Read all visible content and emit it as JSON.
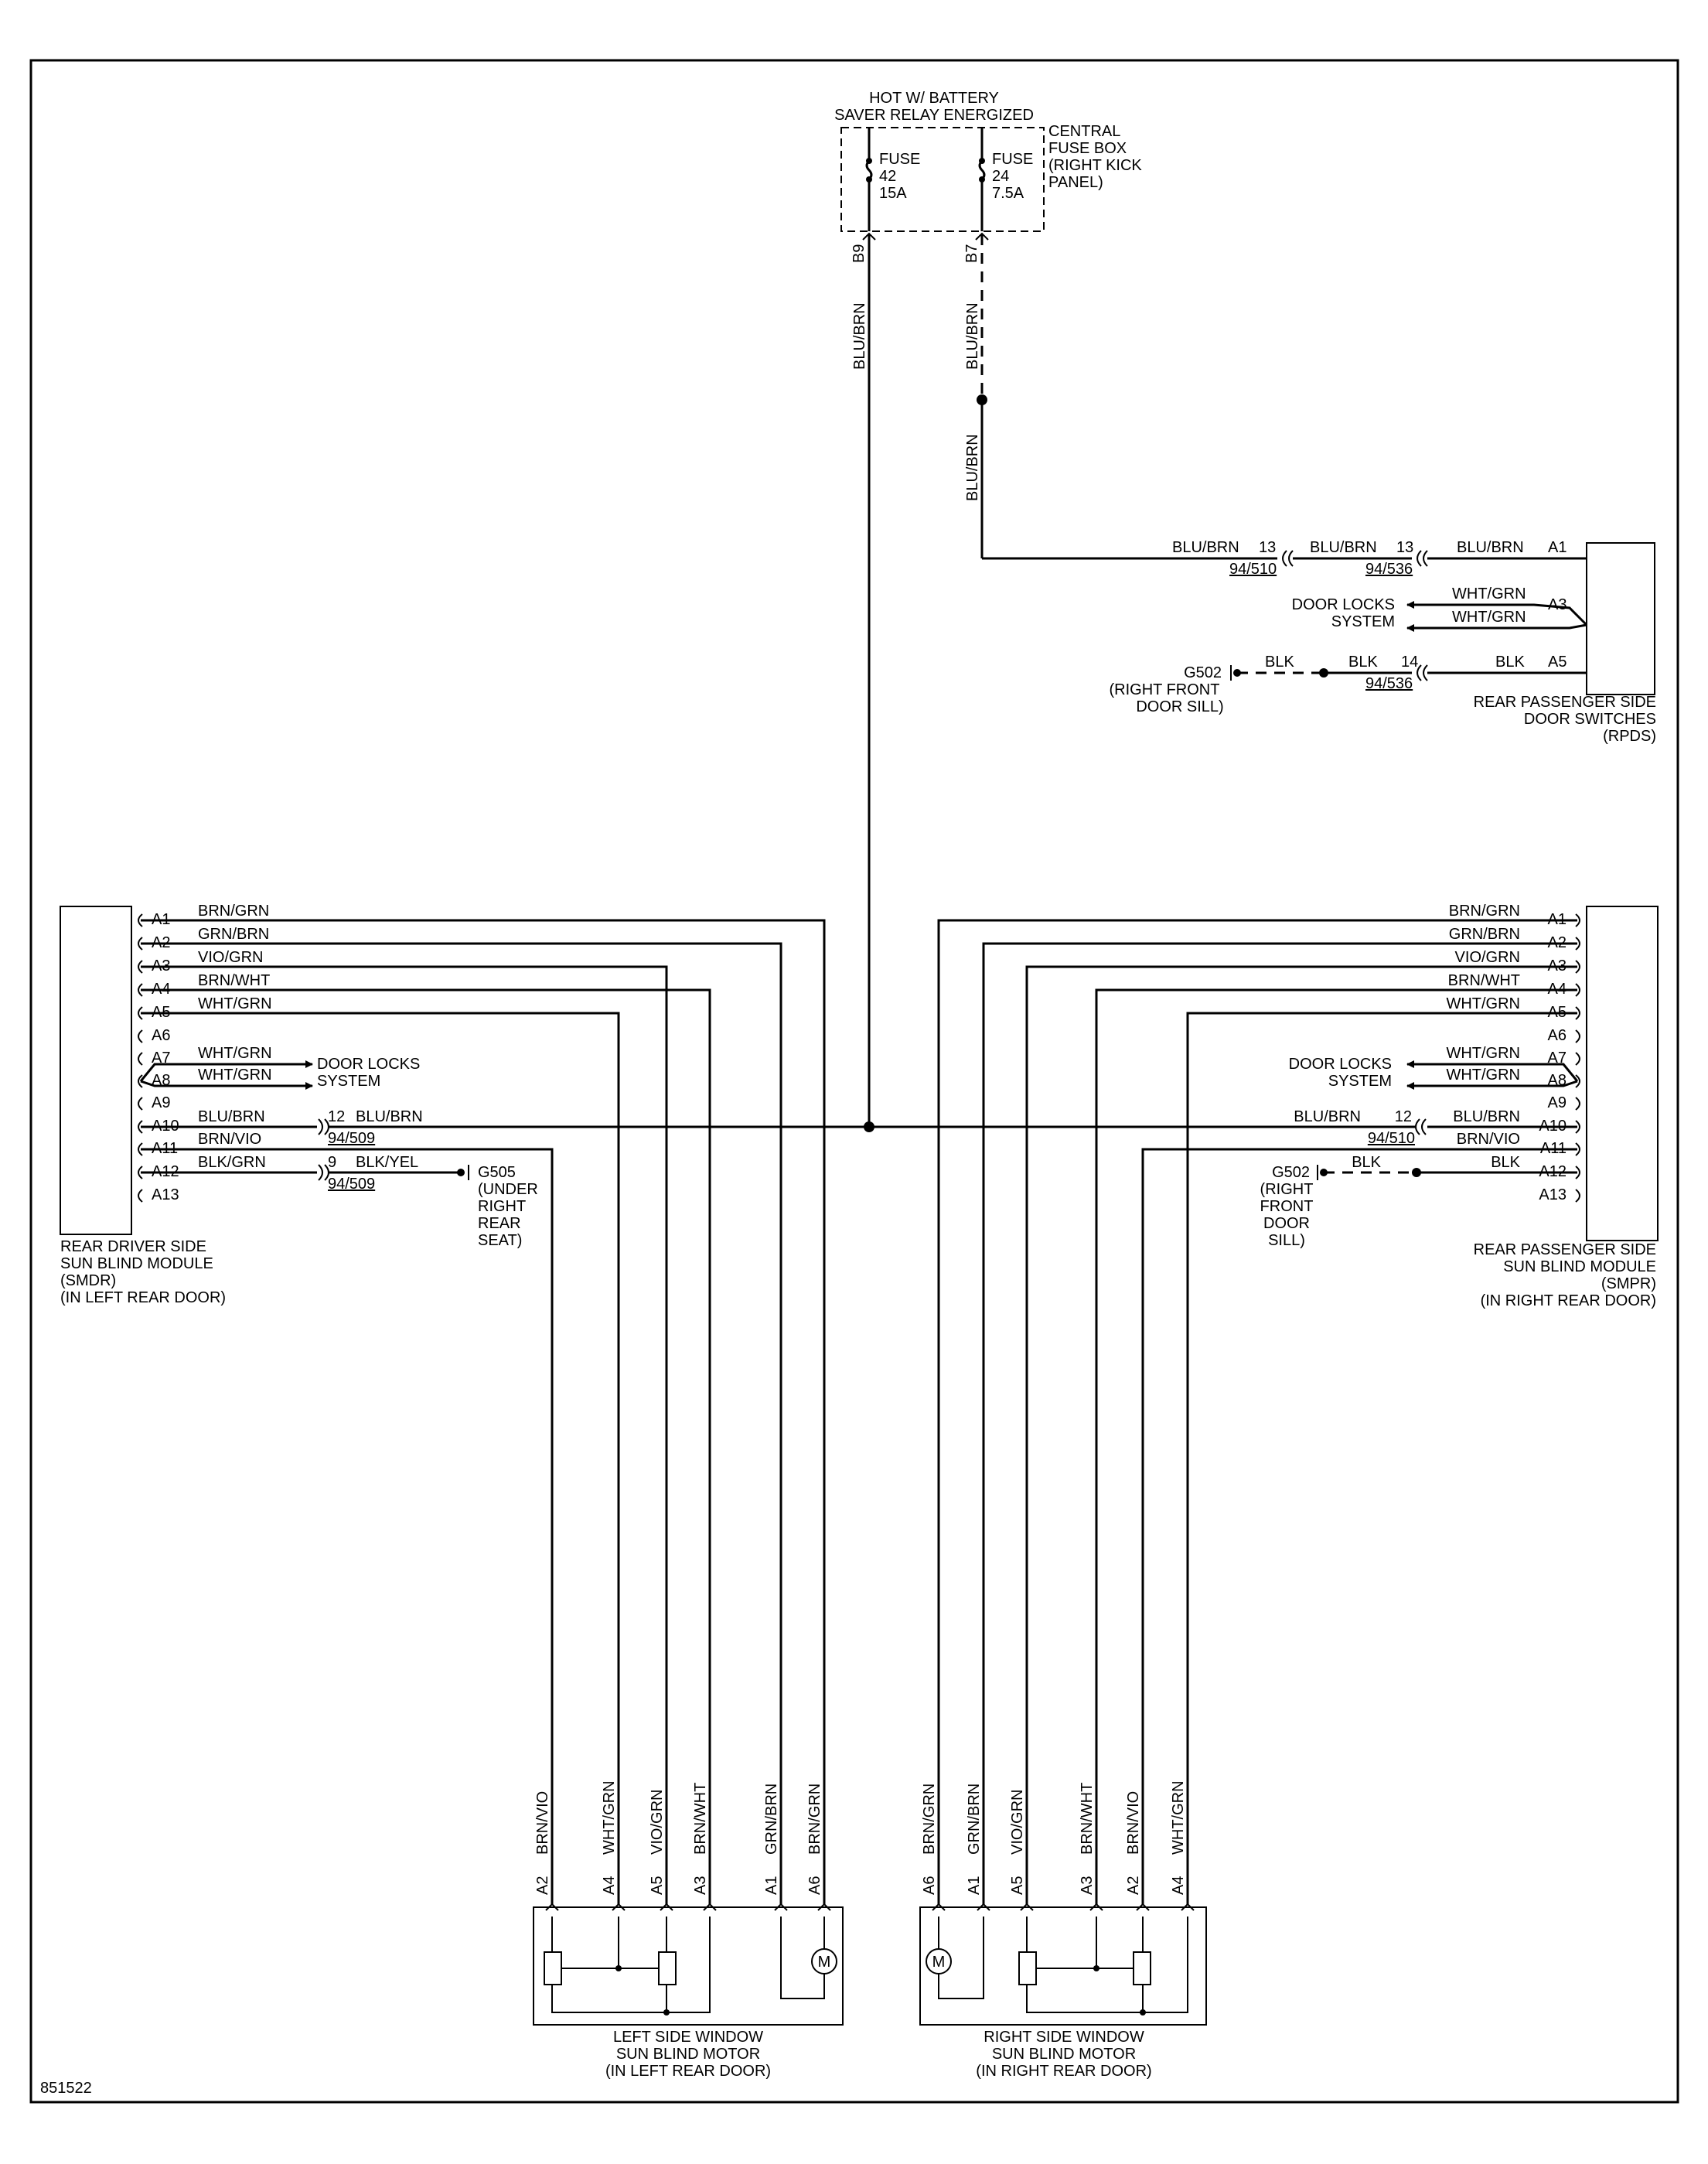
{
  "diagram_id": "851522",
  "power": {
    "hot_line1": "HOT W/ BATTERY",
    "hot_line2": "SAVER RELAY ENERGIZED",
    "fusebox_line1": "CENTRAL",
    "fusebox_line2": "FUSE BOX",
    "fusebox_line3": "(RIGHT KICK",
    "fusebox_line4": "PANEL)",
    "fuse42": [
      "FUSE",
      "42",
      "15A"
    ],
    "fuse24": [
      "FUSE",
      "24",
      "7.5A"
    ],
    "pin_b9": "B9",
    "pin_b7": "B7",
    "wire_blu_brn": "BLU/BRN"
  },
  "rpds": {
    "name": [
      "REAR PASSENGER SIDE",
      "DOOR SWITCHES",
      "(RPDS)"
    ],
    "pins": [
      "A1",
      "A3",
      "A5"
    ],
    "a1_wire": "BLU/BRN",
    "a1_num": "13",
    "a1_conn1": "94/510",
    "a1_conn2": "94/536",
    "a3_wire": "WHT/GRN",
    "door_locks": [
      "DOOR LOCKS",
      "SYSTEM"
    ],
    "a5_wire": "BLK",
    "a5_num": "14",
    "a5_conn": "94/536",
    "ground": "G502",
    "ground_desc": [
      "(RIGHT FRONT",
      "DOOR SILL)"
    ]
  },
  "smdr": {
    "name": [
      "REAR DRIVER SIDE",
      "SUN BLIND MODULE",
      "(SMDR)",
      "(IN LEFT REAR DOOR)"
    ],
    "pins": [
      "A1",
      "A2",
      "A3",
      "A4",
      "A5",
      "A6",
      "A7",
      "A8",
      "A9",
      "A10",
      "A11",
      "A12",
      "A13"
    ],
    "wires": {
      "A1": "BRN/GRN",
      "A2": "GRN/BRN",
      "A3": "VIO/GRN",
      "A4": "BRN/WHT",
      "A5": "WHT/GRN",
      "A7": "WHT/GRN",
      "A9": "BLU/BRN",
      "A10": "BRN/VIO",
      "A11": "BLK/GRN"
    },
    "door_locks": [
      "DOOR LOCKS",
      "SYSTEM"
    ],
    "a9_num": "12",
    "a9_wire2": "BLU/BRN",
    "a9_conn": "94/509",
    "a11_num": "9",
    "a11_wire2": "BLK/YEL",
    "a11_conn": "94/509",
    "ground": "G505",
    "ground_desc": [
      "(UNDER",
      "RIGHT",
      "REAR",
      "SEAT)"
    ]
  },
  "smpr": {
    "name": [
      "REAR PASSENGER SIDE",
      "SUN BLIND MODULE",
      "(SMPR)",
      "(IN RIGHT REAR DOOR)"
    ],
    "pins": [
      "A1",
      "A2",
      "A3",
      "A4",
      "A5",
      "A6",
      "A7",
      "A8",
      "A9",
      "A10",
      "A11",
      "A12",
      "A13"
    ],
    "wires": {
      "A1": "BRN/GRN",
      "A2": "GRN/BRN",
      "A3": "VIO/GRN",
      "A4": "BRN/WHT",
      "A5": "WHT/GRN",
      "A7": "WHT/GRN",
      "A9": "BLU/BRN",
      "A10": "BRN/VIO",
      "A11": "BLK"
    },
    "door_locks": [
      "DOOR LOCKS",
      "SYSTEM"
    ],
    "a9_num": "12",
    "a9_wire2": "BLU/BRN",
    "a9_conn": "94/510",
    "a11_wire2": "BLK",
    "ground": "G502",
    "ground_desc": [
      "(RIGHT",
      "FRONT",
      "DOOR",
      "SILL)"
    ]
  },
  "left_motor": {
    "name": [
      "LEFT SIDE WINDOW",
      "SUN BLIND MOTOR",
      "(IN LEFT REAR DOOR)"
    ],
    "pins": [
      "A2",
      "A4",
      "A5",
      "A3",
      "A1",
      "A6"
    ],
    "wires": [
      "BRN/VIO",
      "WHT/GRN",
      "VIO/GRN",
      "BRN/WHT",
      "GRN/BRN",
      "BRN/GRN"
    ],
    "motor_symbol": "M"
  },
  "right_motor": {
    "name": [
      "RIGHT SIDE WINDOW",
      "SUN BLIND MOTOR",
      "(IN RIGHT REAR DOOR)"
    ],
    "pins": [
      "A6",
      "A1",
      "A5",
      "A3",
      "A2",
      "A4"
    ],
    "wires": [
      "BRN/GRN",
      "GRN/BRN",
      "VIO/GRN",
      "BRN/WHT",
      "BRN/VIO",
      "WHT/GRN"
    ],
    "motor_symbol": "M"
  }
}
